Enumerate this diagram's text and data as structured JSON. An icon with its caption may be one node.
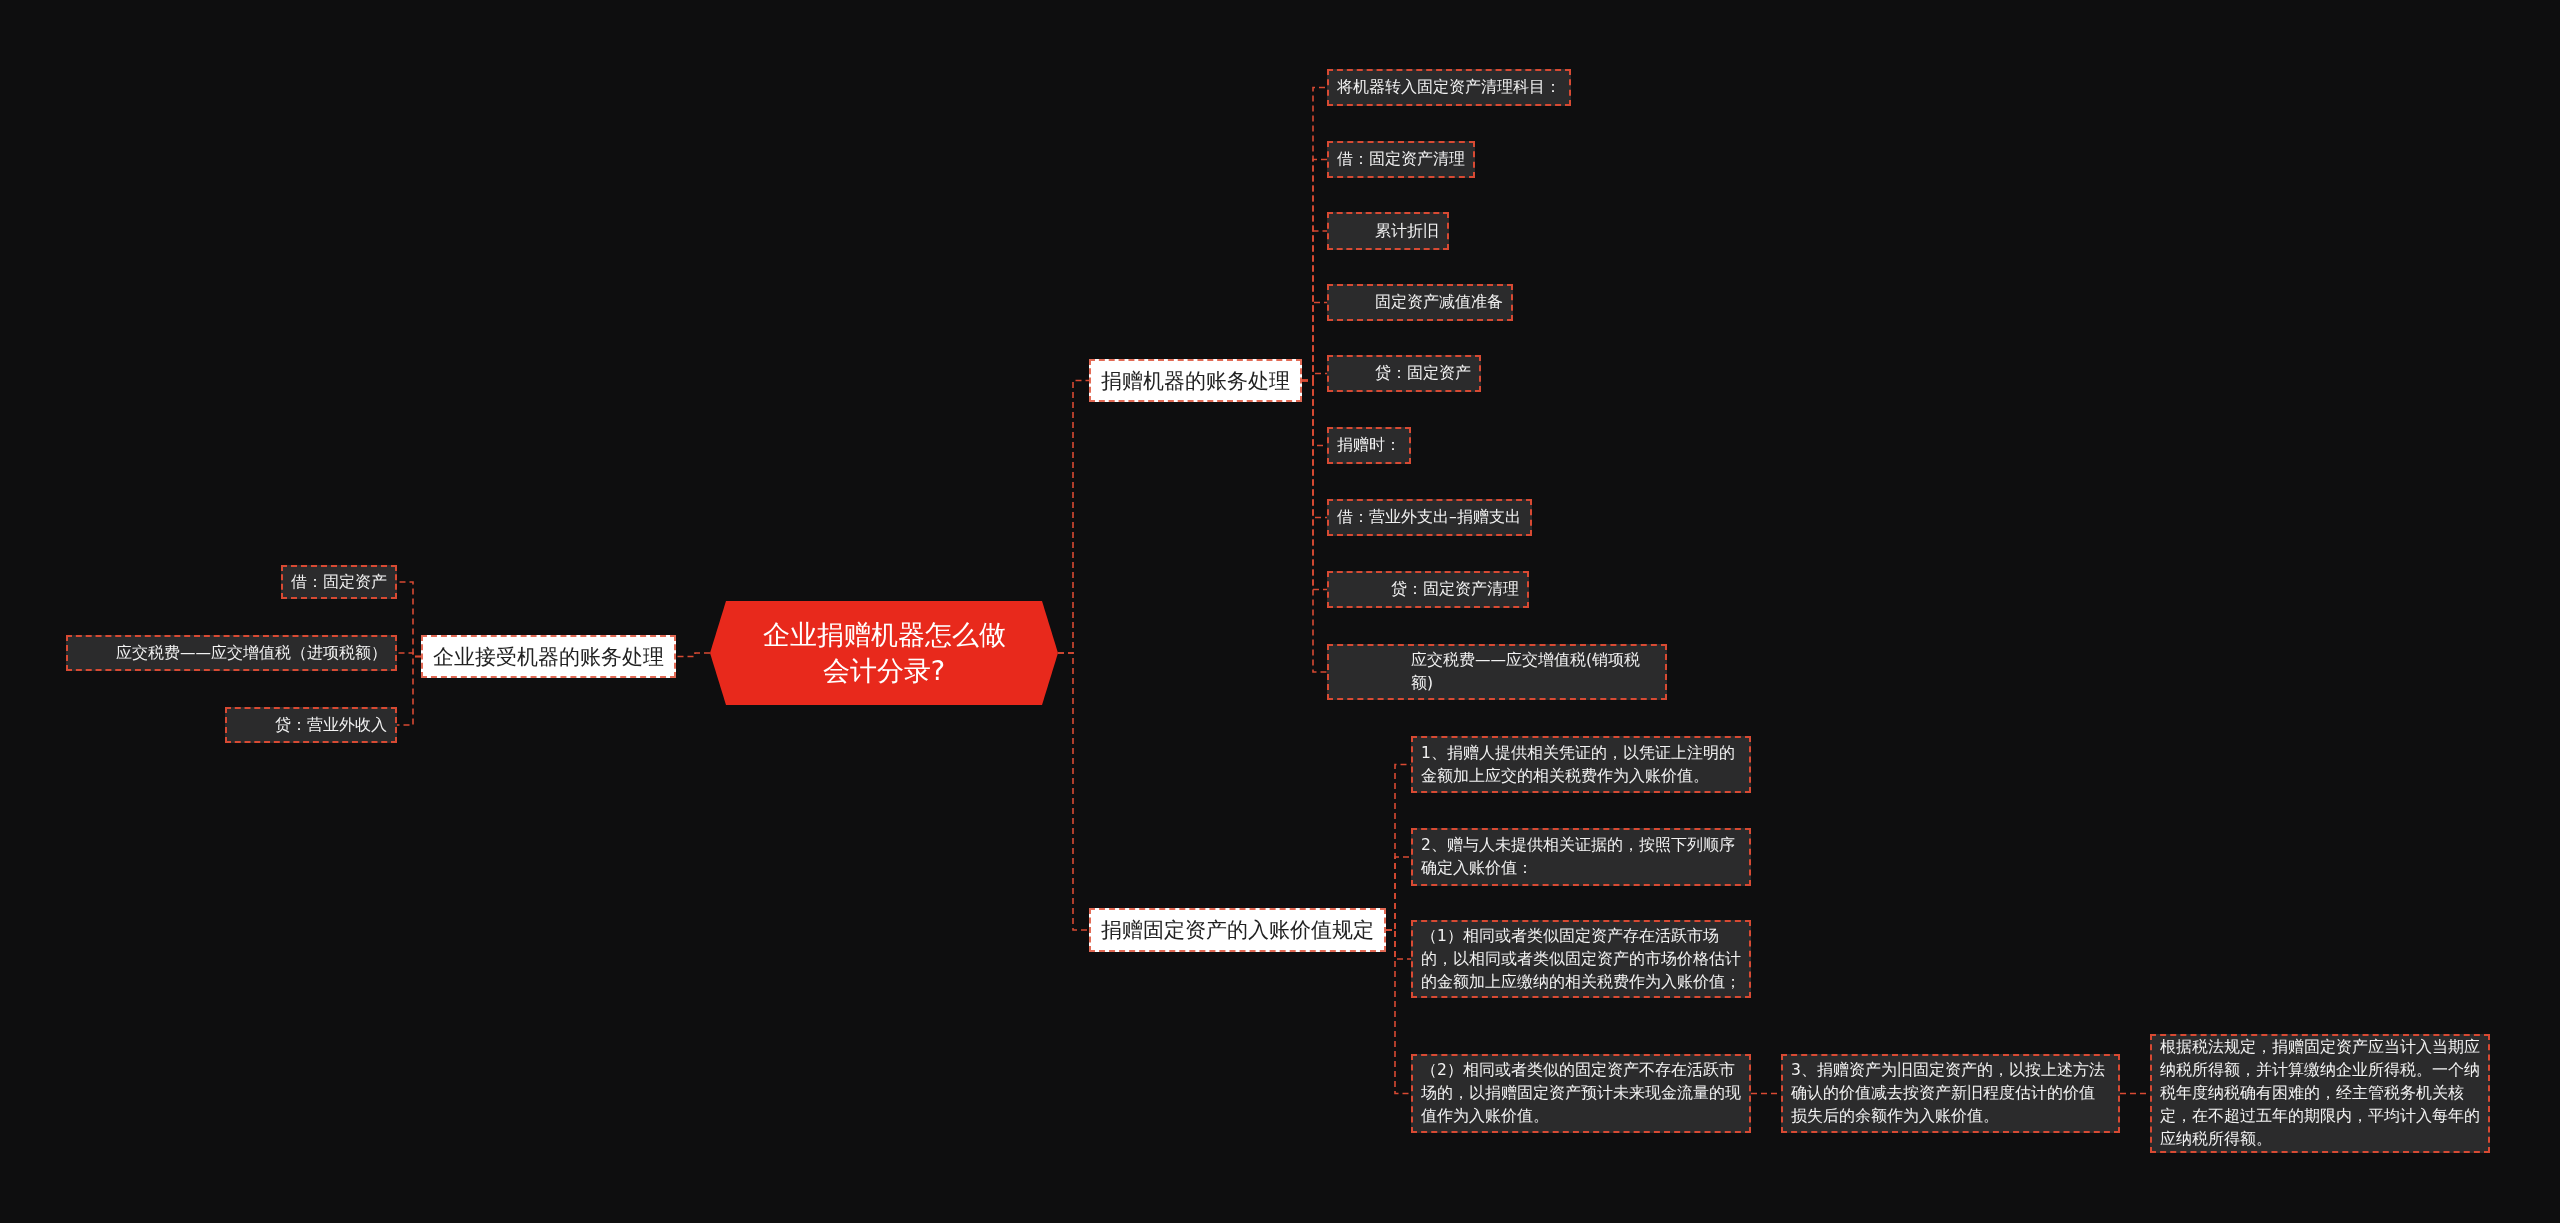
{
  "diagram": {
    "nodes": [
      {
        "text": [
          "企业捐赠机器怎么做会计分录?"
        ]
      },
      {
        "text": [
          "企业接受机器的账务处理"
        ]
      },
      {
        "text": [
          "借：固定资产"
        ]
      },
      {
        "text": [
          "应交税费——应交增值税（进项税额）"
        ]
      },
      {
        "text": [
          "贷：营业外收入"
        ]
      },
      {
        "text": [
          "捐赠机器的账务处理"
        ]
      },
      {
        "text": [
          "将机器转入固定资产清理科目："
        ]
      },
      {
        "text": [
          "借：固定资产清理"
        ]
      },
      {
        "text": [
          "累计折旧"
        ]
      },
      {
        "text": [
          "固定资产减值准备"
        ]
      },
      {
        "text": [
          "贷：固定资产"
        ]
      },
      {
        "text": [
          "捐赠时："
        ]
      },
      {
        "text": [
          "借：营业外支出–捐赠支出"
        ]
      },
      {
        "text": [
          "贷：固定资产清理"
        ]
      },
      {
        "text": [
          "应交税费——应交增值税(销项税额)"
        ]
      },
      {
        "text": [
          "捐赠固定资产的入账价值规定"
        ]
      },
      {
        "text": [
          "1、捐赠人提供相关凭证的，以凭证上注明的金额加上应交的相关税费作为入账价值。"
        ]
      },
      {
        "text": [
          "2、赠与人未提供相关证据的，按照下列顺序确定入账价值："
        ]
      },
      {
        "text": [
          "（1）相同或者类似固定资产存在活跃市场的，以相同或者类似固定资产的市场价格估计的金额加上应缴纳的相关税费作为入账价值；"
        ]
      },
      {
        "text": [
          "（2）相同或者类似的固定资产不存在活跃市场的，以捐赠固定资产预计未来现金流量的现值作为入账价值。"
        ]
      },
      {
        "text": [
          "3、捐赠资产为旧固定资产的，以按上述方法确认的价值减去按资产新旧程度估计的价值损失后的余额作为入账价值。"
        ]
      },
      {
        "text": [
          "根据税法规定，捐赠固定资产应当计入当期应纳税所得额，并计算缴纳企业所得税。一个纳税年度纳税确有困难的，经主管税务机关核定，在不超过五年的期限内，平均计入每年的应纳税所得额。"
        ]
      }
    ],
    "edges": [
      {
        "from": 0,
        "to": 1,
        "arrow": "none"
      },
      {
        "from": 1,
        "to": 2,
        "arrow": "none"
      },
      {
        "from": 1,
        "to": 3,
        "arrow": "none"
      },
      {
        "from": 1,
        "to": 4,
        "arrow": "none"
      },
      {
        "from": 0,
        "to": 5,
        "arrow": "none"
      },
      {
        "from": 5,
        "to": 6,
        "arrow": "none"
      },
      {
        "from": 5,
        "to": 7,
        "arrow": "none"
      },
      {
        "from": 5,
        "to": 8,
        "arrow": "none"
      },
      {
        "from": 5,
        "to": 9,
        "arrow": "none"
      },
      {
        "from": 5,
        "to": 10,
        "arrow": "none"
      },
      {
        "from": 5,
        "to": 11,
        "arrow": "none"
      },
      {
        "from": 5,
        "to": 12,
        "arrow": "none"
      },
      {
        "from": 5,
        "to": 13,
        "arrow": "none"
      },
      {
        "from": 5,
        "to": 14,
        "arrow": "none"
      },
      {
        "from": 0,
        "to": 15,
        "arrow": "none"
      },
      {
        "from": 15,
        "to": 16,
        "arrow": "none"
      },
      {
        "from": 15,
        "to": 17,
        "arrow": "none"
      },
      {
        "from": 15,
        "to": 18,
        "arrow": "none"
      },
      {
        "from": 15,
        "to": 19,
        "arrow": "none"
      },
      {
        "from": 19,
        "to": 20,
        "arrow": "none"
      },
      {
        "from": 20,
        "to": 21,
        "arrow": "none"
      }
    ]
  }
}
